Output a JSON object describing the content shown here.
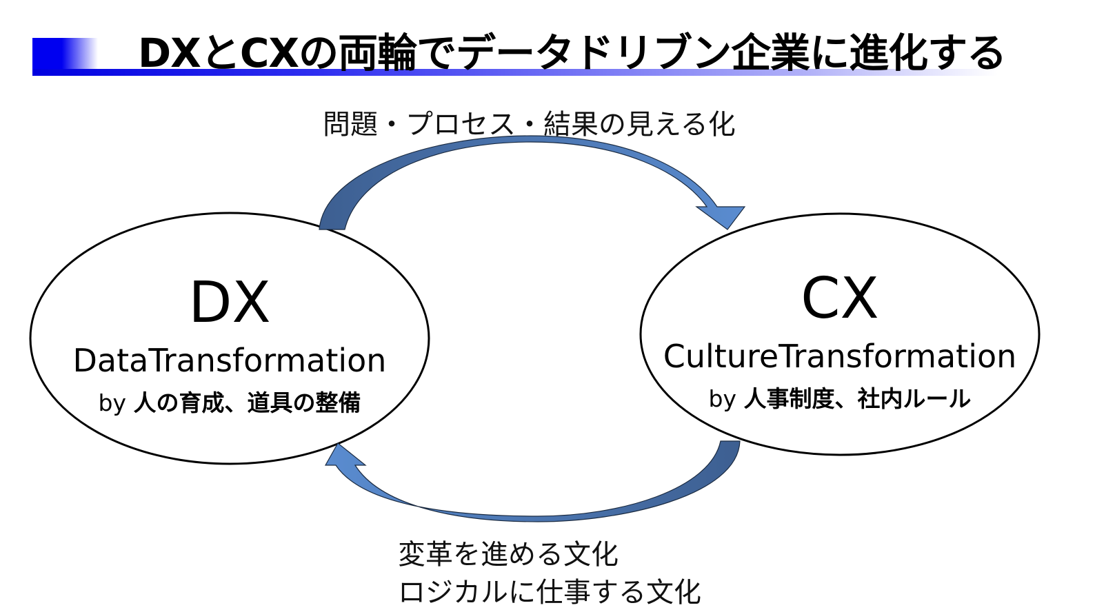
{
  "title": "DXとCXの両輪でデータドリブン企業に進化する",
  "top_arrow_label": "問題・プロセス・結果の見える化",
  "bottom_arrow_labels": [
    "変革を進める文化",
    "ロジカルに仕事する文化"
  ],
  "dx": {
    "heading": "DX",
    "subtitle": "DataTransformation",
    "by": "by",
    "means": "人の育成、道具の整備"
  },
  "cx": {
    "heading": "CX",
    "subtitle": "CultureTransformation",
    "by": "by",
    "means": "人事制度、社内ルール"
  },
  "colors": {
    "accent": "#0000f0",
    "arrow_dark": "#3d5f91",
    "arrow_light": "#5585c5"
  }
}
